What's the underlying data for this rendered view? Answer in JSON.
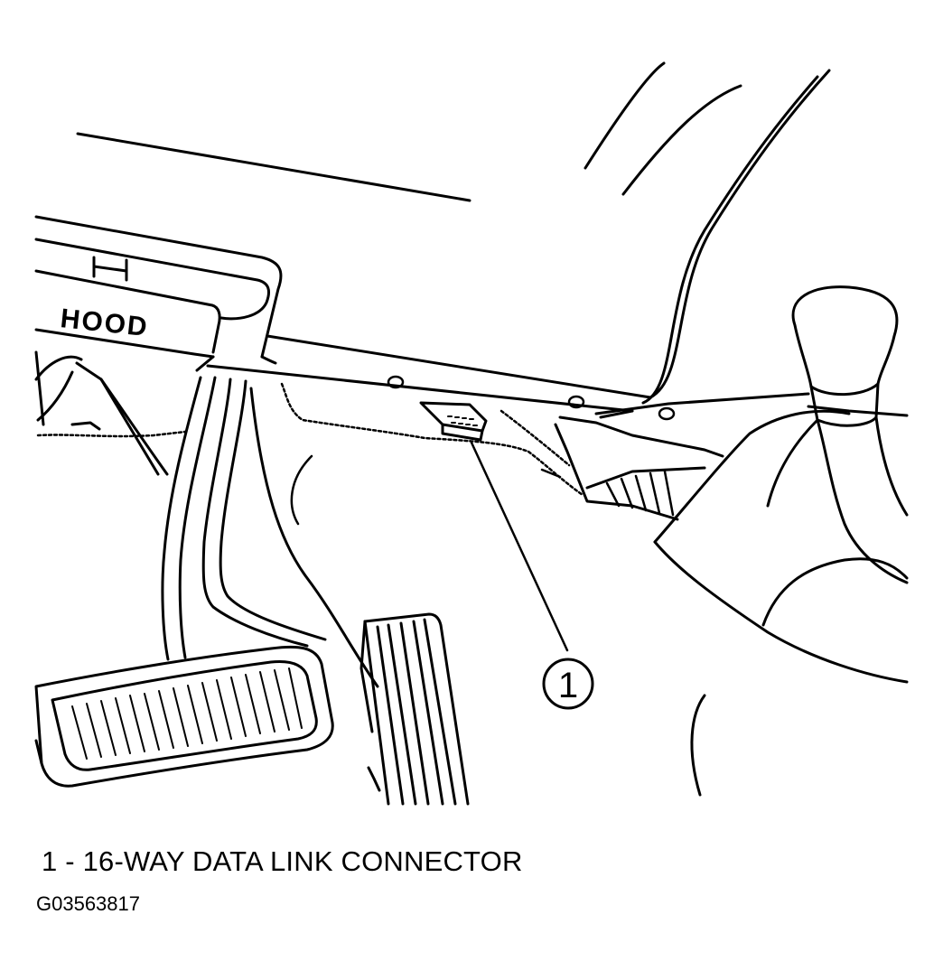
{
  "callout": {
    "number": "1"
  },
  "dash_label": "HOOD",
  "caption": "1 - 16-WAY DATA LINK CONNECTOR",
  "figure_id": "G03563817",
  "colors": {
    "ink": "#000000",
    "paper": "#ffffff"
  }
}
